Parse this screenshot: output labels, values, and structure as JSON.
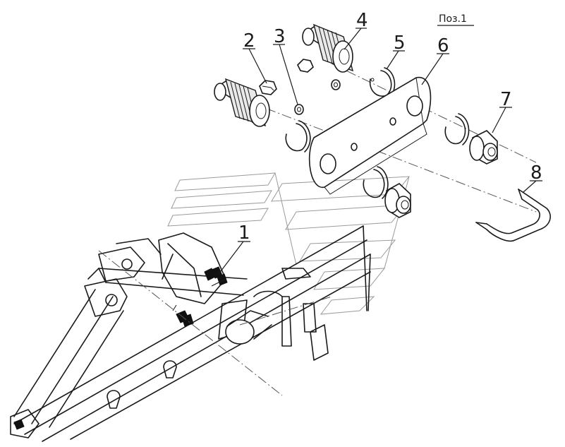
{
  "position_label": "Поз.1",
  "callouts": [
    {
      "id": "1",
      "label": "1"
    },
    {
      "id": "2",
      "label": "2"
    },
    {
      "id": "3",
      "label": "3"
    },
    {
      "id": "4",
      "label": "4"
    },
    {
      "id": "5",
      "label": "5"
    },
    {
      "id": "6",
      "label": "6"
    },
    {
      "id": "7",
      "label": "7"
    },
    {
      "id": "8",
      "label": "8"
    }
  ]
}
